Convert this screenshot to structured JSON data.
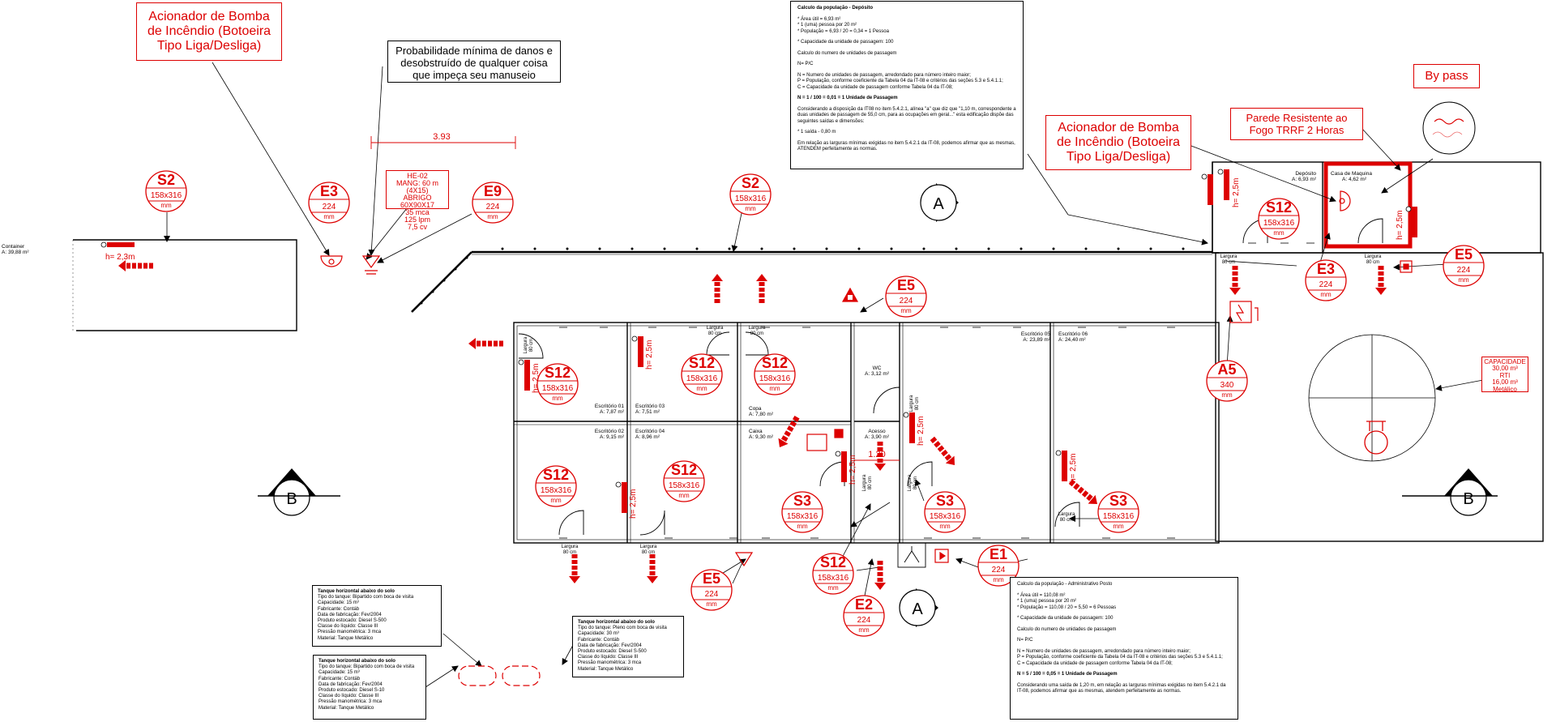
{
  "callouts": {
    "pump_left": "Acionador de Bomba de Incêndio (Botoeira Tipo Liga/Desliga)",
    "pump_right": "Acionador de Bomba de Incêndio (Botoeira Tipo Liga/Desliga)",
    "damage_note": "Probabilidade mínima de danos e desobstruído de qualquer coisa que impeça seu manuseio",
    "bypass": "By pass",
    "fire_wall": "Parede Resistente ao Fogo TRRF 2 Horas"
  },
  "dimension": "3.93",
  "dimension_small": "1.20",
  "hydrant": {
    "id": "HE-02",
    "lines": [
      "MANG: 60 m (4X15)",
      "ABRIGO 60X90X17",
      "35 mca",
      "125 lpm",
      "7,5 cv"
    ]
  },
  "capacity": {
    "lines": [
      "CAPACIDADE",
      "30,00 m³",
      "RTI",
      "16,00 m³",
      "Metálico"
    ]
  },
  "container": {
    "name": "Container",
    "area": "A: 39,88 m²",
    "height": "h= 2,3m"
  },
  "sections": {
    "A": "A",
    "B": "B"
  },
  "symbols": [
    {
      "code": "S2",
      "size": "158x316",
      "unit": "mm"
    },
    {
      "code": "E3",
      "size": "224",
      "unit": "mm"
    },
    {
      "code": "E9",
      "size": "224",
      "unit": "mm"
    },
    {
      "code": "S12",
      "size": "158x316",
      "unit": "mm"
    },
    {
      "code": "E5",
      "size": "224",
      "unit": "mm"
    },
    {
      "code": "A5",
      "size": "340",
      "unit": "mm"
    },
    {
      "code": "S3",
      "size": "158x316",
      "unit": "mm"
    },
    {
      "code": "E2",
      "size": "224",
      "unit": "mm"
    },
    {
      "code": "E1",
      "size": "224",
      "unit": "mm"
    }
  ],
  "rooms": {
    "escritorio01": [
      "Escritório 01",
      "A: 7,87 m²"
    ],
    "escritorio02": [
      "Escritório 02",
      "A: 9,15 m²"
    ],
    "escritorio03": [
      "Escritório 03",
      "A: 7,51 m²"
    ],
    "escritorio04": [
      "Escritório 04",
      "A: 8,96 m²"
    ],
    "escritorio05": [
      "Escritório 05",
      "A: 23,89 m²"
    ],
    "escritorio06": [
      "Escritório 06",
      "A: 24,40 m²"
    ],
    "copa": [
      "Copa",
      "A: 7,80 m²"
    ],
    "caixa": [
      "Caixa",
      "A: 9,30 m²"
    ],
    "wc": [
      "WC",
      "A: 3,12 m²"
    ],
    "acesso": [
      "Acesso",
      "A: 3,90 m²"
    ],
    "deposito": [
      "Depósito",
      "A: 6,93 m²"
    ],
    "casa_maquina": [
      "Casa de Maquina",
      "A: 4,62 m²"
    ]
  },
  "heights": {
    "h25": "h= 2,5m"
  },
  "door_labels": {
    "largura": "Largura",
    "w80": "80 cm"
  },
  "calc_deposito": {
    "title": "Calculo da população - Depósito",
    "lines": [
      "* Área útil = 6,93 m²",
      "* 1 (uma) pessoa por 20 m²",
      "* População = 6,93 / 20 = 0,34 = 1 Pessoa",
      "* Capacidade da unidade de passagem: 100",
      "Calculo do numero de unidades de passagem",
      "N= P/C",
      "N = Numero de unidades de passagem, arredondado para número inteiro maior;",
      "P = População, conforme coeficiente da Tabela 04 da IT-08 e critérios das seções 5.3 e 5.4.1.1;",
      "C = Capacidade da unidade de passagem conforme Tabela 04 da IT-08;",
      "N = 1 / 100 = 0,01 = 1 Unidade de Passagem",
      "Considerando a disposição da IT08 no item 5.4.2.1, alínea \"a\" que diz que \"1,10 m, correspondente a duas unidades de passagem de 55,0 cm, para as ocupações em geral...\" esta edificação dispõe das seguintes saídas e dimensões:",
      "* 1 saída - 0,80 m",
      "Em relação as larguras mínimas exigidas no item 5.4.2.1 da IT-08, podemos afirmar que as mesmas, ATENDEM perfeitamente as normas."
    ]
  },
  "calc_admin": {
    "title": "Calculo da população - Administrativo Posto",
    "lines": [
      "* Área útil = 110,08 m²",
      "* 1 (uma) pessoa por 20 m²",
      "* População = 110,08 / 20 = 5,50 = 6 Pessoas",
      "* Capacidade da unidade de passagem: 100",
      "Calculo do numero de unidades de passagem",
      "N= P/C",
      "N = Numero de unidades de passagem, arredondado para número inteiro maior;",
      "P = População, conforme coeficiente da Tabela 04 da IT-08 e critérios das seções 5.3 e 5.4.1.1;",
      "C = Capacidade da unidade de passagem conforme Tabela 04 da IT-08;",
      "N = 5 / 100 = 0,05 = 1 Unidade de Passagem",
      "Considerando uma saída de 1,20 m, em relação as larguras mínimas exigidas no item 5.4.2.1 da IT-08, podemos afirmar que as mesmas, atendem perfeitamente as normas."
    ]
  },
  "tanks": [
    {
      "title": "Tanque horizontal abaixo do solo",
      "lines": [
        "Tipo do tanque: Bipartido com boca de visita",
        "Capacidade: 15 m³",
        "Fabricante: Contáb",
        "Data de fabricação: Fev/2004",
        "Produto estocado: Diesel S-500",
        "Classe do líquido: Classe III",
        "Pressão manométrica: 3 mca",
        "Material: Tanque Metálico"
      ]
    },
    {
      "title": "Tanque horizontal abaixo do solo",
      "lines": [
        "Tipo do tanque: Pleno com boca de visita",
        "Capacidade: 30 m³",
        "Fabricante: Contáb",
        "Data de fabricação: Fev/2004",
        "Produto estocado: Diesel S-500",
        "Classe do líquido: Classe III",
        "Pressão manométrica: 3 mca",
        "Material: Tanque Metálico"
      ]
    },
    {
      "title": "Tanque horizontal abaixo do solo",
      "lines": [
        "Tipo do tanque: Bipartido com boca de visita",
        "Capacidade: 15 m³",
        "Fabricante: Contáb",
        "Data de fabricação: Fev/2004",
        "Produto estocado: Diesel S-10",
        "Classe do líquido: Classe III",
        "Pressão manométrica: 3 mca",
        "Material: Tanque Metálico"
      ]
    }
  ],
  "colors": {
    "accent": "#dd0000",
    "line": "#000000"
  }
}
